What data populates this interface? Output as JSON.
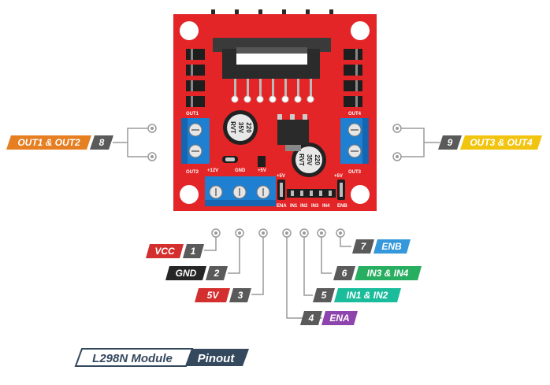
{
  "module": {
    "title_part1": "L298N Module",
    "title_part2": "Pinout"
  },
  "board": {
    "out1": "OUT1",
    "out2": "OUT2",
    "out3": "OUT3",
    "out4": "OUT4",
    "v12": "+12V",
    "gnd": "GND",
    "v5": "+5V",
    "v5_right": "+5V",
    "ena": "ENA",
    "in1": "IN1",
    "in2": "IN2",
    "in3": "IN3",
    "in4": "IN4",
    "enb": "ENB",
    "cap_line1": "220",
    "cap_line2": "35V",
    "cap_line3": "RVT"
  },
  "pins": [
    {
      "number": "1",
      "label": "VCC",
      "color": "#d32f2f"
    },
    {
      "number": "2",
      "label": "GND",
      "color": "#262626"
    },
    {
      "number": "3",
      "label": "5V",
      "color": "#d32f2f"
    },
    {
      "number": "4",
      "label": "ENA",
      "color": "#8e44ad"
    },
    {
      "number": "5",
      "label": "IN1 & IN2",
      "color": "#1abc9c"
    },
    {
      "number": "6",
      "label": "IN3 & IN4",
      "color": "#27ae60"
    },
    {
      "number": "7",
      "label": "ENB",
      "color": "#3498db"
    },
    {
      "number": "8",
      "label": "OUT1 & OUT2",
      "color": "#e67e22"
    },
    {
      "number": "9",
      "label": "OUT3 & OUT4",
      "color": "#f1c40f"
    }
  ]
}
